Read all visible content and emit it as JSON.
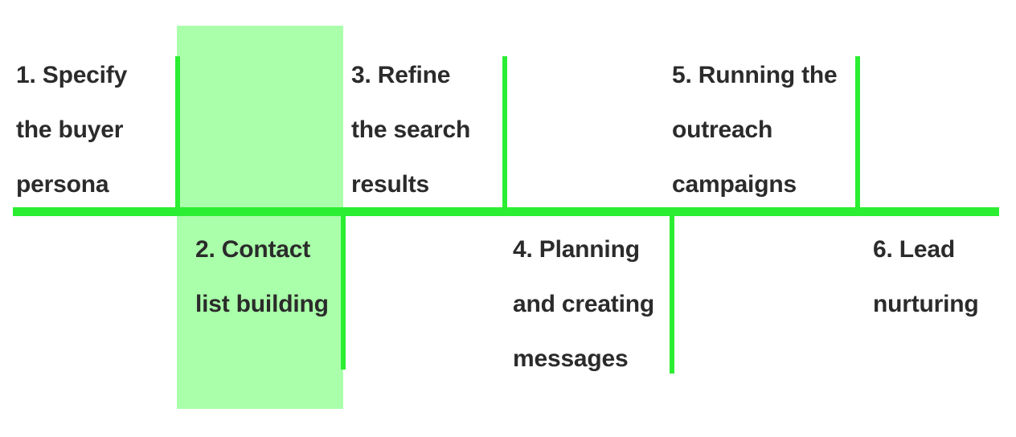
{
  "diagram": {
    "type": "horizontal-process-timeline",
    "orientation": "horizontal",
    "background_color": "#ffffff",
    "accent_color": "#2bee32",
    "highlight_color": "#aaffaa",
    "text_color": "#2b2b2b",
    "axis": {
      "label": "main-timeline-axis"
    },
    "steps": [
      {
        "number": "1",
        "text": "1. Specify\nthe buyer\npersona",
        "position": "above",
        "highlighted": false
      },
      {
        "number": "2",
        "text": "2. Contact\nlist building",
        "position": "below",
        "highlighted": true
      },
      {
        "number": "3",
        "text": "3. Refine\nthe search\nresults",
        "position": "above",
        "highlighted": false
      },
      {
        "number": "4",
        "text": "4. Planning\nand creating\nmessages",
        "position": "below",
        "highlighted": false
      },
      {
        "number": "5",
        "text": "5. Running the\noutreach\ncampaigns",
        "position": "above",
        "highlighted": false
      },
      {
        "number": "6",
        "text": "6. Lead\nnurturing",
        "position": "below",
        "highlighted": false
      }
    ]
  }
}
